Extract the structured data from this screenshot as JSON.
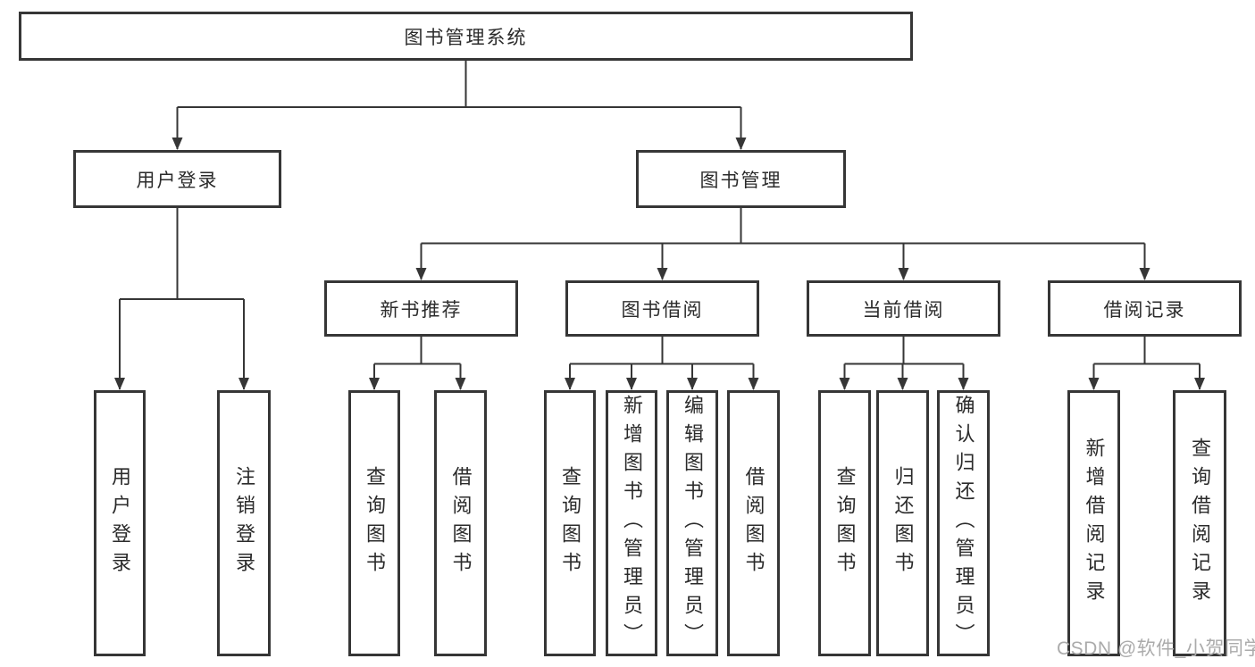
{
  "nodes": {
    "root": "图书管理系统",
    "level2": [
      "用户登录",
      "图书管理"
    ],
    "level3": [
      "新书推荐",
      "图书借阅",
      "当前借阅",
      "借阅记录"
    ],
    "leaves": [
      "用户登录",
      "注销登录",
      "查询图书",
      "借阅图书",
      "查询图书",
      "新增图书（管理员）",
      "编辑图书（管理员）",
      "借阅图书",
      "查询图书",
      "归还图书",
      "确认归还（管理员）",
      "新增借阅记录",
      "查询借阅记录"
    ]
  },
  "watermark": {
    "text": "CSDN @软件_小贺同学",
    "color": "#ababab"
  },
  "colors": {
    "line": "#363636",
    "box_border": "#363636",
    "text": "#2b2b2b",
    "background": "#ffffff"
  }
}
